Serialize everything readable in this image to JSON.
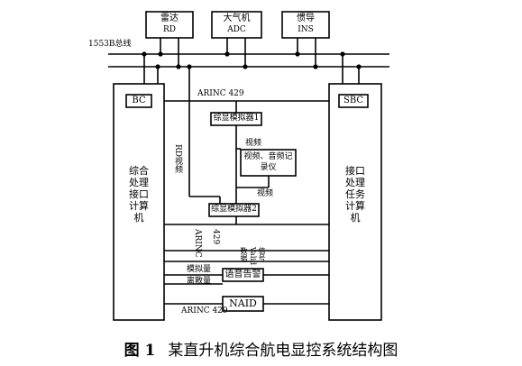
{
  "bus_label": "1553B总线",
  "top_devices": [
    {
      "name": "雷达",
      "code": "RD"
    },
    {
      "name": "大气机",
      "code": "ADC"
    },
    {
      "name": "惯导",
      "code": "INS"
    }
  ],
  "left_computer": {
    "tag": "BC",
    "lines": [
      "综合",
      "处理",
      "接口",
      "计算",
      "机"
    ]
  },
  "right_computer": {
    "tag": "SBC",
    "lines": [
      "接口",
      "处理",
      "任务",
      "计算",
      "机"
    ]
  },
  "displays": {
    "display1": "综显模拟器1",
    "display2": "综显模拟器2"
  },
  "recorder": {
    "line1": "视频、音频记",
    "line2": "录仪"
  },
  "voice_alarm": "语音告警",
  "naid": "NAID",
  "labels": {
    "arinc_top": "ARINC 429",
    "arinc_bottom": "ARINC 429",
    "rd_video": "RD视频",
    "video_a": "视频",
    "video_b": "视频",
    "arinc_rot_1": "ARINC",
    "arinc_rot_2": "429",
    "valid_1": "信号",
    "valid_2": "Valid",
    "valid_3": "数据",
    "analog": "模拟量",
    "discrete": "离散量"
  },
  "caption": {
    "fig": "图 1",
    "text": "某直升机综合航电显控系统结构图"
  }
}
